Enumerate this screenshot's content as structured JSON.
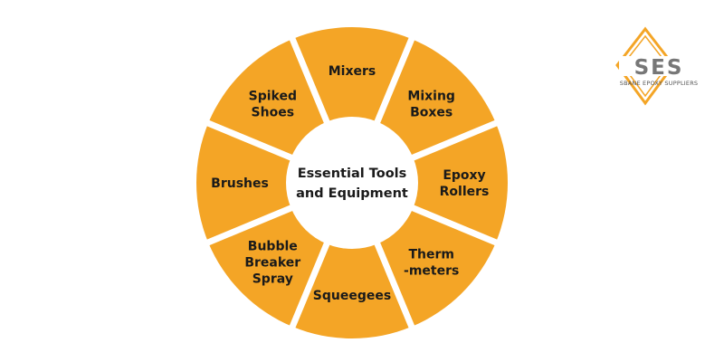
{
  "diagram": {
    "center_text": [
      "Essential Tools",
      "and Equipment"
    ],
    "segments": [
      {
        "lines": [
          "Mixers"
        ]
      },
      {
        "lines": [
          "Mixing",
          "Boxes"
        ]
      },
      {
        "lines": [
          "Epoxy",
          "Rollers"
        ]
      },
      {
        "lines": [
          "Therm",
          "-meters"
        ]
      },
      {
        "lines": [
          "Squeegees"
        ]
      },
      {
        "lines": [
          "Bubble",
          "Breaker",
          "Spray"
        ]
      },
      {
        "lines": [
          "Brushes"
        ]
      },
      {
        "lines": [
          "Spiked",
          "Shoes"
        ]
      }
    ]
  },
  "logo": {
    "mark": "SES",
    "tagline": "SBANE EPOXY SUPPLIERS"
  },
  "colors": {
    "segment": "#f4a526",
    "center": "#ffffff",
    "gap": "#ffffff",
    "text": "#1a1a1a",
    "logo_mark": "#f4a526",
    "logo_text": "#555555"
  }
}
